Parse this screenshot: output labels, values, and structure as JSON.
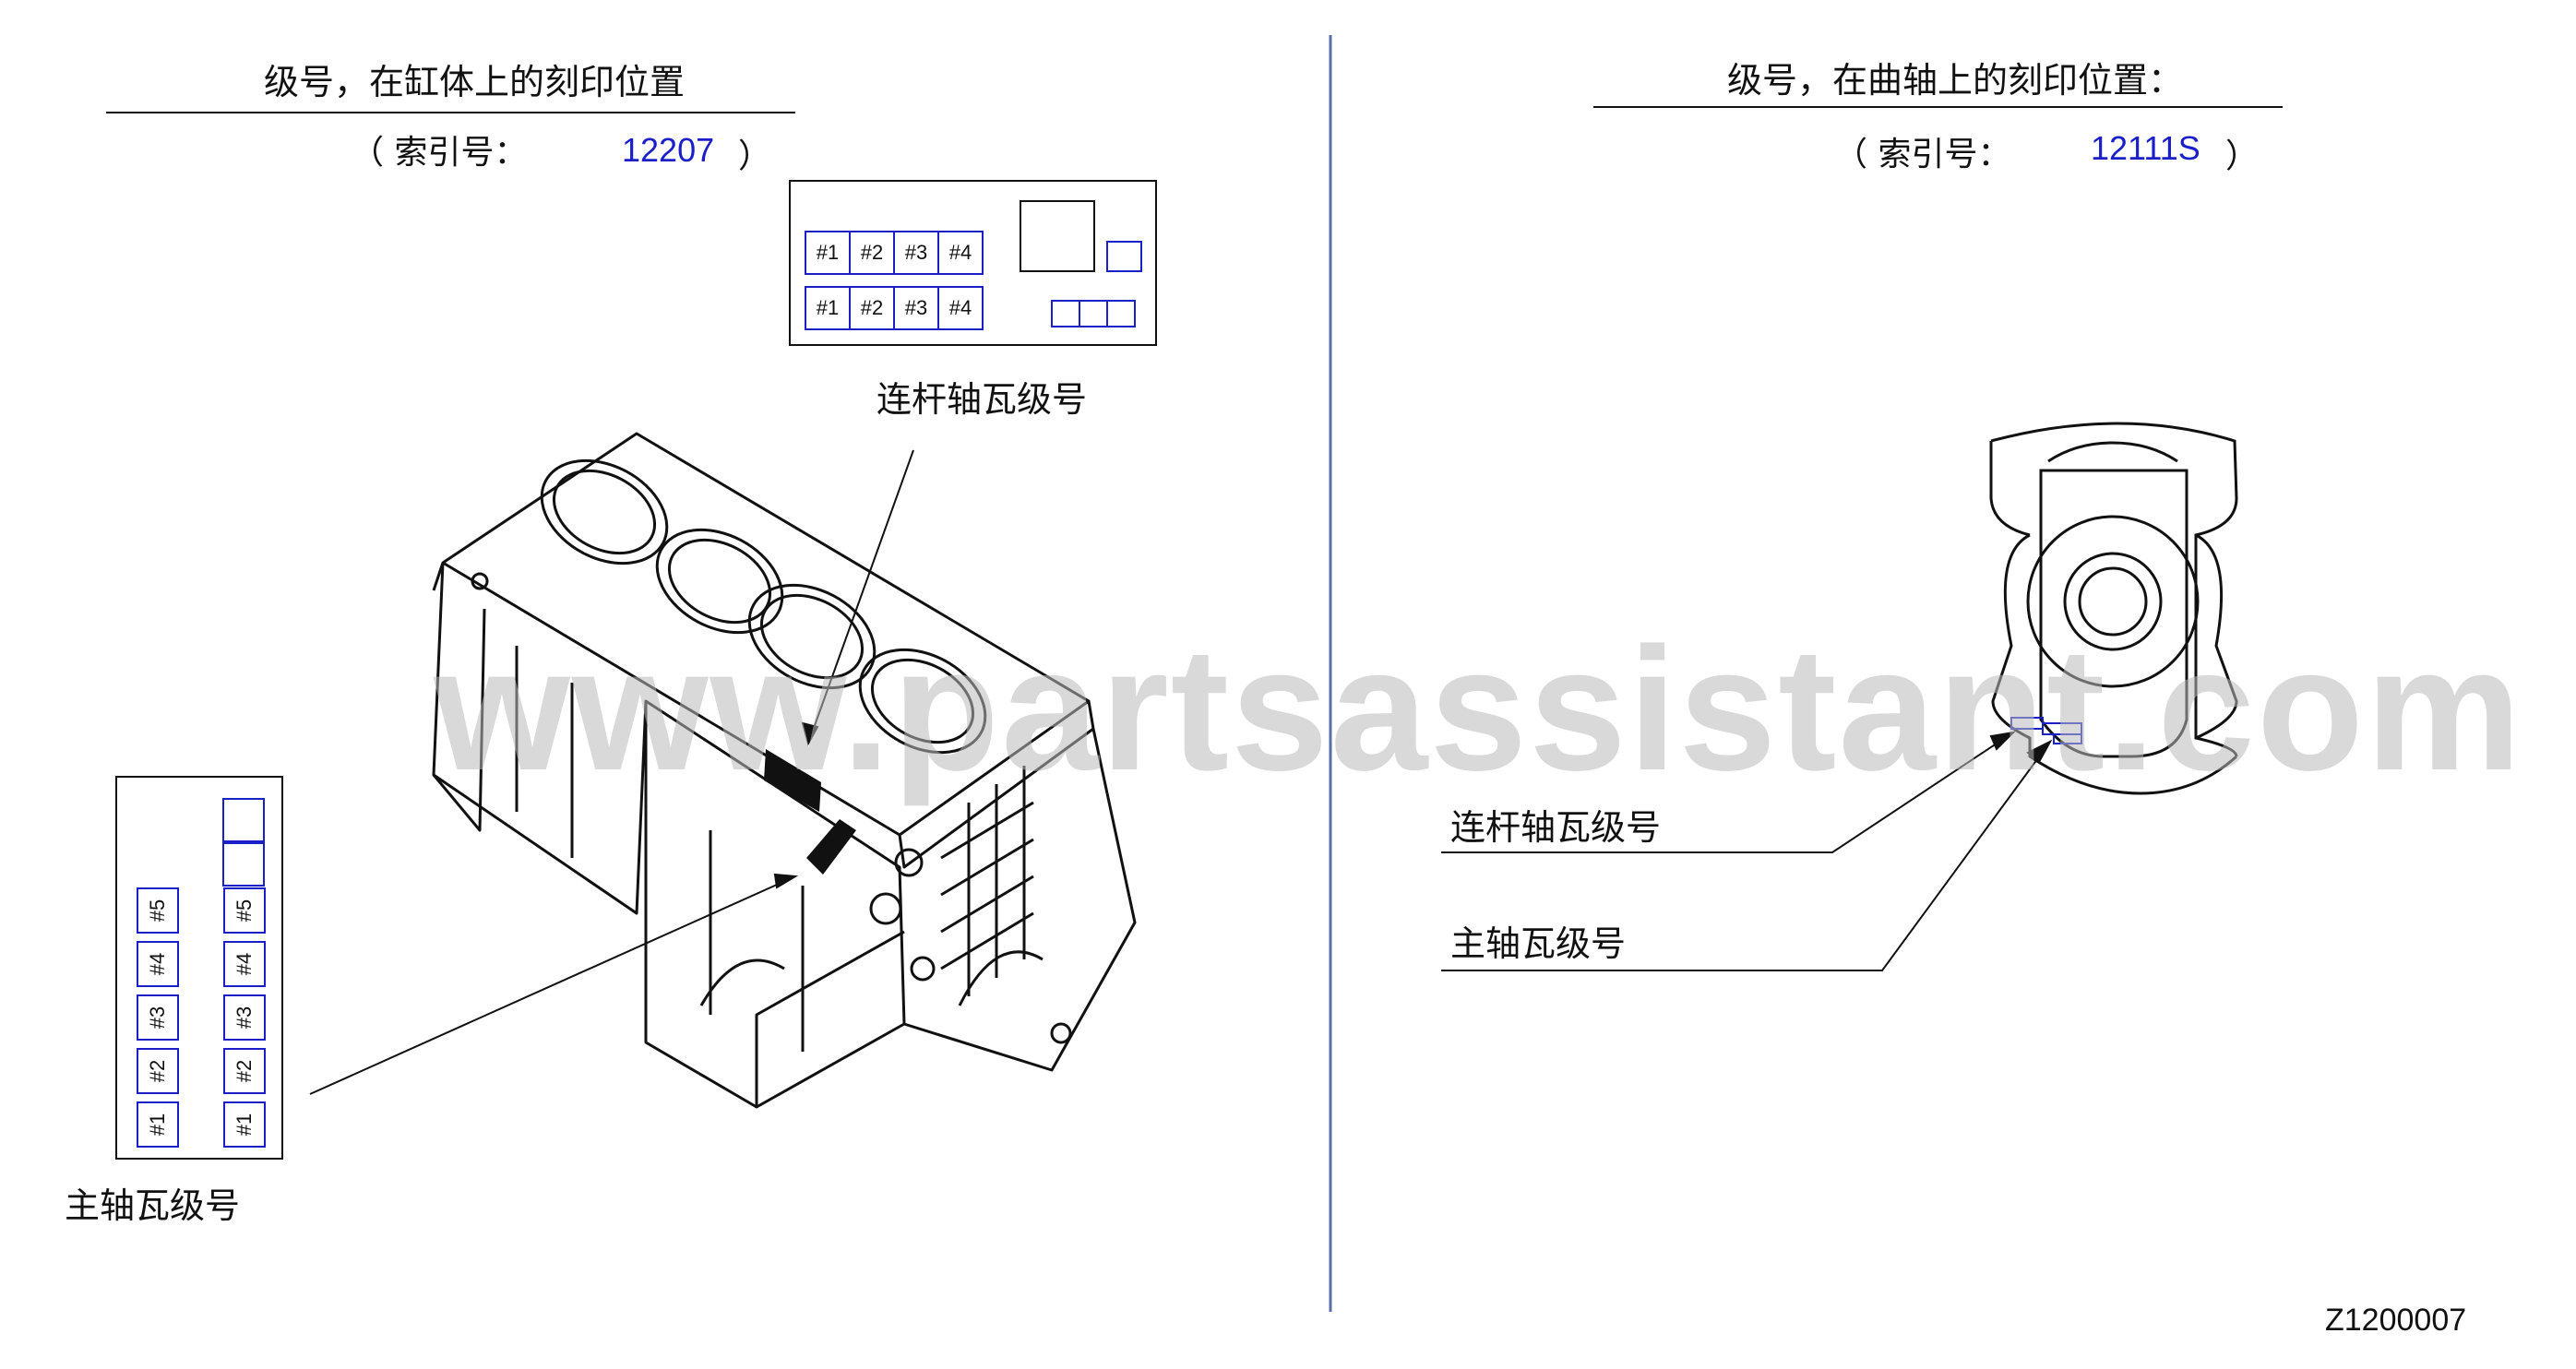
{
  "left_panel": {
    "title": "级号，在缸体上的刻印位置",
    "index_prefix": "（ 索引号：",
    "index_number": "12207",
    "index_suffix": "）",
    "conrod_label": "连杆轴瓦级号",
    "main_label": "主轴瓦级号",
    "top_grid": {
      "row1": [
        "#1",
        "#2",
        "#3",
        "#4"
      ],
      "row2": [
        "#1",
        "#2",
        "#3",
        "#4"
      ]
    },
    "side_grid": {
      "left_col": [
        "#5",
        "#4",
        "#3",
        "#2",
        "#1"
      ],
      "right_col": [
        "#5",
        "#4",
        "#3",
        "#2",
        "#1"
      ]
    }
  },
  "right_panel": {
    "title": "级号，在曲轴上的刻印位置：",
    "index_prefix": "（ 索引号：",
    "index_number": "12111S",
    "index_suffix": "）",
    "conrod_label": "连杆轴瓦级号",
    "main_label": "主轴瓦级号"
  },
  "figure_code": "Z1200007",
  "watermark": "www.partsassistant.com",
  "colors": {
    "accent_blue": "#1a1fc8",
    "line": "#111111",
    "divider": "#5a6fa8"
  }
}
